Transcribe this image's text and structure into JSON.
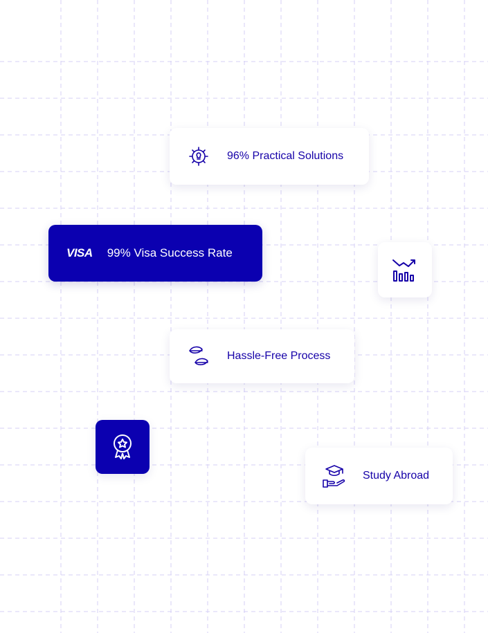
{
  "colors": {
    "brand": "#0b00b0",
    "grid": "#d4cff5"
  },
  "cards": {
    "practical": {
      "label": "96% Practical Solutions",
      "icon": "gear-bulb-icon"
    },
    "visa": {
      "logo": "VISA",
      "label": "99% Visa Success Rate"
    },
    "chart": {
      "icon": "bar-chart-trend-icon"
    },
    "hassle": {
      "label": "Hassle-Free Process",
      "icon": "leaves-icon"
    },
    "award": {
      "icon": "award-badge-icon"
    },
    "study": {
      "label": "Study Abroad",
      "icon": "graduation-cap-hand-icon"
    }
  }
}
